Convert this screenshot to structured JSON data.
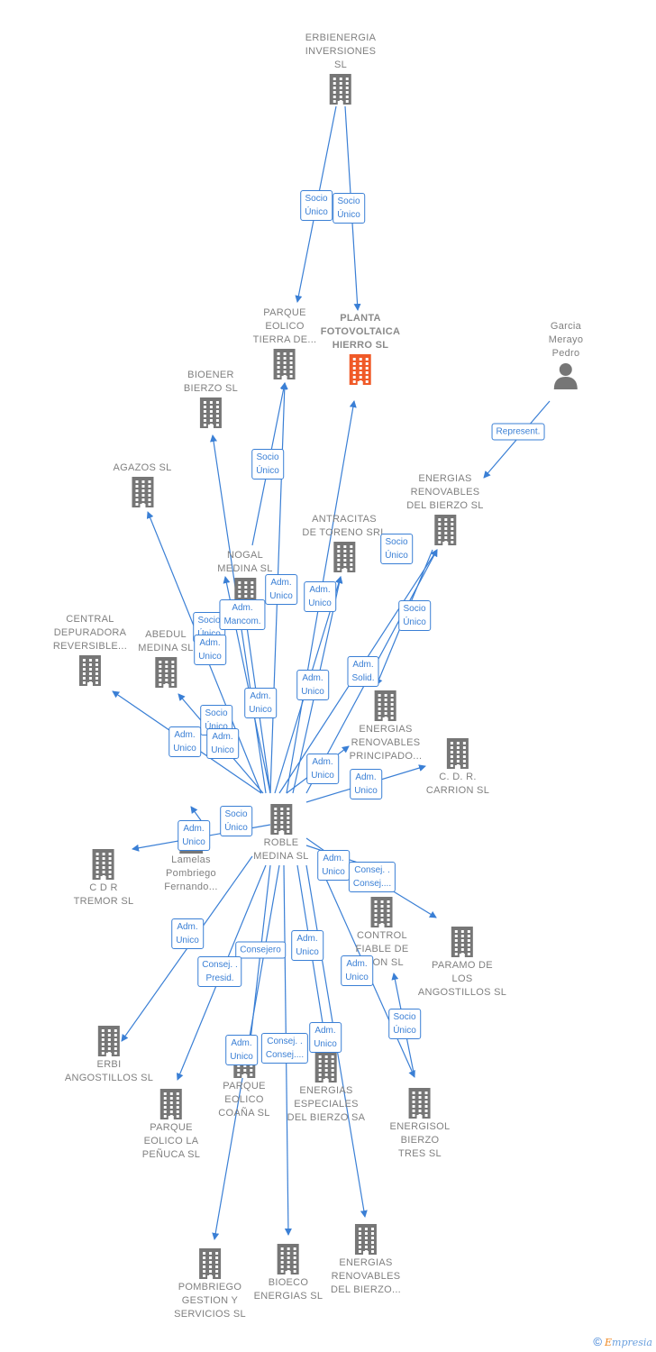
{
  "colors": {
    "building": "#767676",
    "focus": "#f05a28",
    "edge": "#3a7fd5",
    "label": "#808080"
  },
  "nodes": [
    {
      "id": "erbienergia",
      "label": "ERBIENERGIA\nINVERSIONES\nSL",
      "icon": "building-icon"
    },
    {
      "id": "parque_tierra",
      "label": "PARQUE\nEOLICO\nTIERRA DE...",
      "icon": "building-icon"
    },
    {
      "id": "planta",
      "label": "PLANTA\nFOTOVOLTAICA\nHIERRO  SL",
      "icon": "building-icon",
      "focus": true
    },
    {
      "id": "garcia",
      "label": "Garcia\nMerayo\nPedro",
      "icon": "person-icon"
    },
    {
      "id": "bioener",
      "label": "BIOENER\nBIERZO SL",
      "icon": "building-icon"
    },
    {
      "id": "agazos",
      "label": "AGAZOS SL",
      "icon": "building-icon"
    },
    {
      "id": "energias_bierzo",
      "label": "ENERGIAS\nRENOVABLES\nDEL BIERZO SL",
      "icon": "building-icon"
    },
    {
      "id": "antracitas",
      "label": "ANTRACITAS\nDE TORENO SRL",
      "icon": "building-icon"
    },
    {
      "id": "nogal",
      "label": "NOGAL\nMEDINA SL",
      "icon": "building-icon"
    },
    {
      "id": "central",
      "label": "CENTRAL\nDEPURADORA\nREVERSIBLE...",
      "icon": "building-icon"
    },
    {
      "id": "abedul",
      "label": "ABEDUL\nMEDINA SL",
      "icon": "building-icon"
    },
    {
      "id": "energias_principado",
      "label": "ENERGIAS\nRENOVABLES\nPRINCIPADO...",
      "icon": "building-icon"
    },
    {
      "id": "cdr_carrion",
      "label": "C.  D.  R.\nCARRION  SL",
      "icon": "building-icon"
    },
    {
      "id": "roble",
      "label": "ROBLE\nMEDINA SL",
      "icon": "building-icon"
    },
    {
      "id": "lamelas",
      "label": "Lamelas\nPombriego\nFernando...",
      "icon": "person-icon"
    },
    {
      "id": "cdr_tremor",
      "label": "C D R\nTREMOR SL",
      "icon": "building-icon"
    },
    {
      "id": "control",
      "label": "CONTROL\nFIABLE DE\n...ION SL",
      "icon": "building-icon"
    },
    {
      "id": "paramo",
      "label": "PARAMO DE\nLOS\nANGOSTILLOS SL",
      "icon": "building-icon"
    },
    {
      "id": "erbi_ang",
      "label": "ERBI\nANGOSTILLOS SL",
      "icon": "building-icon"
    },
    {
      "id": "parque_coana",
      "label": "PARQUE\nEOLICO\nCOAÑA SL",
      "icon": "building-icon"
    },
    {
      "id": "energias_especiales",
      "label": "ENERGIAS\nESPECIALES\nDEL BIERZO SA",
      "icon": "building-icon"
    },
    {
      "id": "parque_penuca",
      "label": "PARQUE\nEOLICO LA\nPEÑUCA SL",
      "icon": "building-icon"
    },
    {
      "id": "energisol",
      "label": "ENERGISOL\nBIERZO\nTRES SL",
      "icon": "building-icon"
    },
    {
      "id": "pombriego",
      "label": "POMBRIEGO\nGESTION Y\nSERVICIOS  SL",
      "icon": "building-icon"
    },
    {
      "id": "bioeco",
      "label": "BIOECO\nENERGIAS SL",
      "icon": "building-icon"
    },
    {
      "id": "energias_bierzo2",
      "label": "ENERGIAS\nRENOVABLES\nDEL BIERZO...",
      "icon": "building-icon"
    }
  ],
  "edge_labels": [
    "Socio\nÚnico",
    "Socio\nÚnico",
    "Represent.",
    "Socio\nÚnico",
    "Socio\nÚnico",
    "Adm.\nUnico",
    "Adm.\nUnico",
    "Adm.\nMancom.",
    "Socio\nÚnico",
    "Adm.\nUnico",
    "Socio\nÚnico",
    "Adm.\nUnico",
    "Adm.\nSolid.",
    "Adm.\nUnico",
    "Socio\nÚnico",
    "Adm.\nUnico",
    "Adm.\nUnico",
    "Adm.\nUnico",
    "Adm.\nUnico",
    "Socio\nÚnico",
    "Adm.\nUnico",
    "Adm.\nUnico",
    "Consej. .\nConsej....",
    "Adm.\nUnico",
    "Adm.\nUnico",
    "Consejero",
    "Consej. .\nPresid.",
    "Adm.\nUnico",
    "Socio\nÚnico",
    "Adm.\nUnico",
    "Consej. .\nConsej....",
    "Adm.\nUnico"
  ],
  "footer": {
    "copyright": "©",
    "brand_first": "E",
    "brand_rest": "mpresia"
  }
}
